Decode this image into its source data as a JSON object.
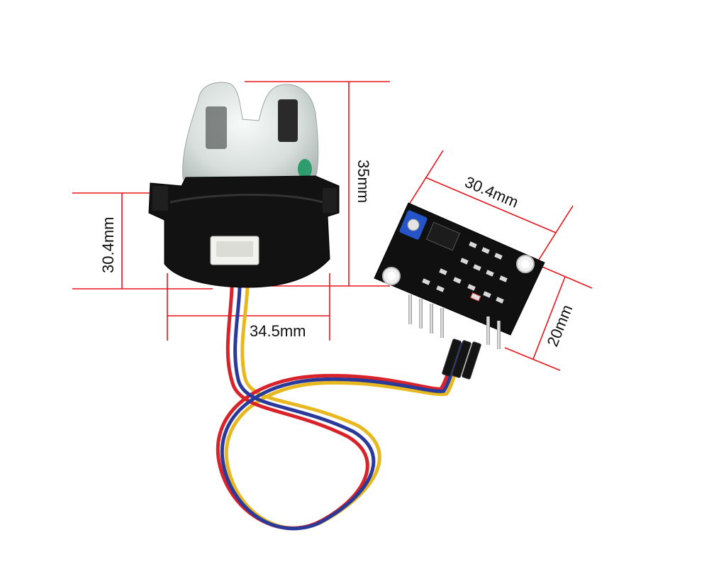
{
  "dimensions": {
    "sensor_height": "35mm",
    "sensor_width": "30.4mm",
    "sensor_depth": "34.5mm",
    "board_width": "30.4mm",
    "board_height": "20mm"
  },
  "colors": {
    "dimension_line": "#e8141c",
    "wire_red": "#d8232a",
    "wire_blue": "#2a3a9a",
    "wire_yellow": "#e8b820",
    "pcb": "#101010",
    "potentiometer": "#2553c8",
    "sensor_body": "#121212",
    "sensor_dome": "#dfe6e4"
  }
}
